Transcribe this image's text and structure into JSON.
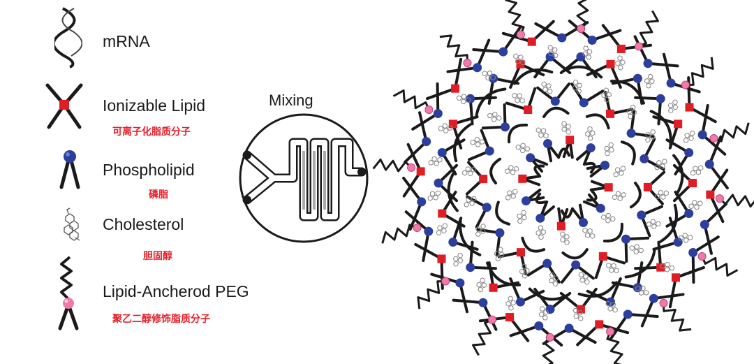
{
  "legend": {
    "items": [
      {
        "label": "mRNA",
        "sublabel": "",
        "icon": "mrna-helix-icon"
      },
      {
        "label": "Ionizable Lipid",
        "sublabel": "可离子化脂质分子",
        "icon": "ionizable-lipid-icon"
      },
      {
        "label": "Phospholipid",
        "sublabel": "磷脂",
        "icon": "phospholipid-icon"
      },
      {
        "label": "Cholesterol",
        "sublabel": "胆固醇",
        "icon": "cholesterol-icon"
      },
      {
        "label": "Lipid-Ancherod PEG",
        "sublabel": "聚乙二醇修饰脂质分子",
        "icon": "peg-lipid-icon"
      }
    ]
  },
  "mixing": {
    "label": "Mixing"
  },
  "colors": {
    "ink": "#1a1a1a",
    "ionizable_head": "#e01c24",
    "phospholipid_head": "#2c3e9e",
    "peg_head": "#f07aa8",
    "chinese_text": "#e8202a"
  }
}
